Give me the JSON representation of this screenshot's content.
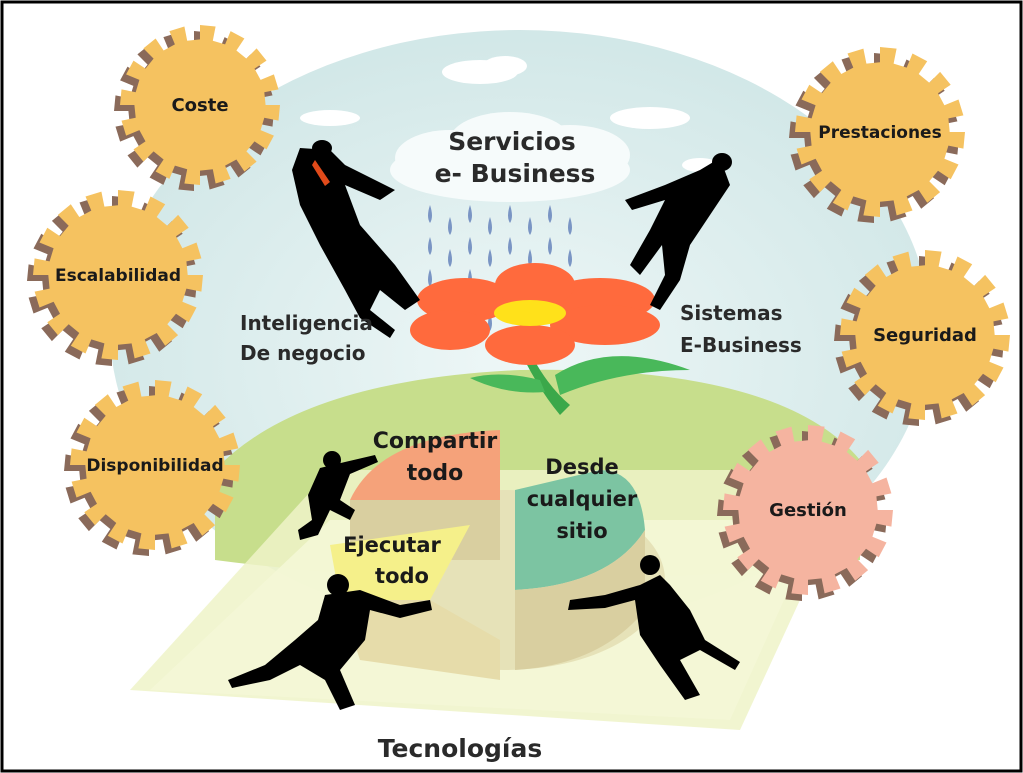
{
  "cloud": {
    "line1": "Servicios",
    "line2": "e- Business"
  },
  "left_label": {
    "line1": "Inteligencia",
    "line2": "De negocio"
  },
  "right_label": {
    "line1": "Sistemas",
    "line2": "E-Business"
  },
  "gears": {
    "coste": "Coste",
    "escalabilidad": "Escalabilidad",
    "disponibilidad": "Disponibilidad",
    "prestaciones": "Prestaciones",
    "seguridad": "Seguridad",
    "gestion": "Gestión"
  },
  "pie": {
    "compartir": {
      "line1": "Compartir",
      "line2": "todo"
    },
    "desde": {
      "line1": "Desde",
      "line2": "cualquier",
      "line3": "sitio"
    },
    "ejecutar": {
      "line1": "Ejecutar",
      "line2": "todo"
    }
  },
  "footer": {
    "tecnologias": "Tecnologías"
  },
  "colors": {
    "gear_yellow": "#f5c260",
    "gear_pink": "#f5b4a0",
    "gear_shadow": "#8a6a5a",
    "sky": "#d9ecec",
    "hill": "#c7de8c",
    "flower_petal": "#ff6a3d",
    "flower_center": "#ffe11a",
    "pie_orange": "#f5a27a",
    "pie_teal": "#7cc4a2",
    "pie_yellow": "#f5f08a",
    "pie_side": "#dcd4a8"
  }
}
